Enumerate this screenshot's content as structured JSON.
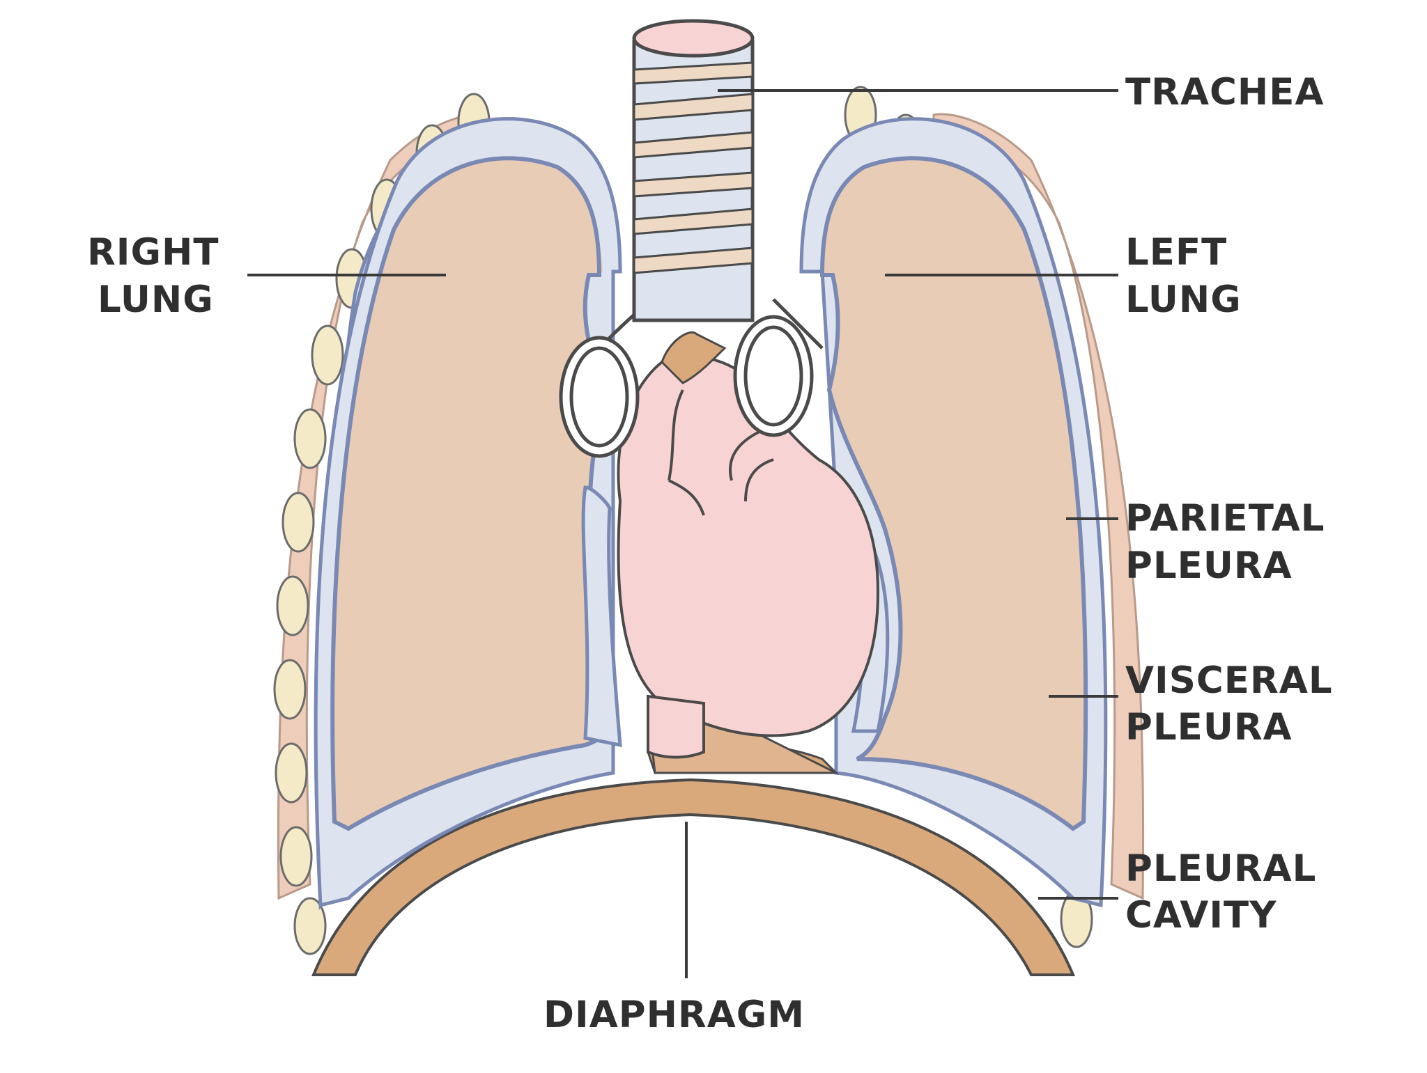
{
  "diagram": {
    "labels": {
      "trachea": "TRACHEA",
      "right_lung": [
        "RIGHT",
        "LUNG"
      ],
      "left_lung": [
        "LEFT",
        "LUNG"
      ],
      "parietal_pleura": [
        "PARIETAL",
        "PLEURA"
      ],
      "visceral_pleura": [
        "VISCERAL",
        "PLEURA"
      ],
      "pleural_cavity": [
        "PLEURAL",
        "CAVITY"
      ],
      "diaphragm": "DIAPHRAGM"
    },
    "colors": {
      "lung": "#e8ccb6",
      "heart": "#f8d3d4",
      "pleura_fill": "#dde3ef",
      "pleura_line": "#8f9cc2",
      "diaphragm": "#d9a97c",
      "rib": "#f4eac8",
      "chest_wall": "#efcdbb",
      "outline": "#4a4a4a"
    }
  }
}
